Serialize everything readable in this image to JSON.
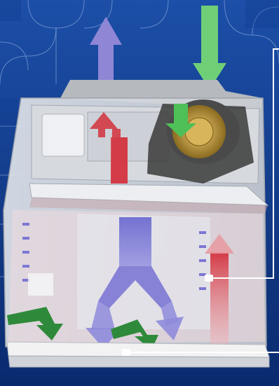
{
  "image": {
    "subject": "biological-safety-cabinet-airflow",
    "text": []
  },
  "colors": {
    "background_dark": "#0a2a6e",
    "background_mid": "#1c4fa8",
    "pattern_line": "#9fb8e6",
    "exhaust_arrow": "#8f86d6",
    "intake_arrow": "#6fcf77",
    "inflow_arrow": "#2e8a3a",
    "downflow_arrow": "#7c78d4",
    "hepa_air_arrow": "#c9414b",
    "fan_housing": "#3a3a3a",
    "fan_blades": "#b9902f",
    "cabinet_body": "#e9ebee",
    "work_surface": "#f2f2f2",
    "callout_line": "#ffffff"
  },
  "legend": {
    "exhaust": "exhaust-air-arrow",
    "room_air": "room-air-intake-arrow",
    "filtered_down": "downflow-arrow",
    "contaminated_return": "return-air-arrow",
    "front_inflow": "front-inflow-arrows"
  }
}
